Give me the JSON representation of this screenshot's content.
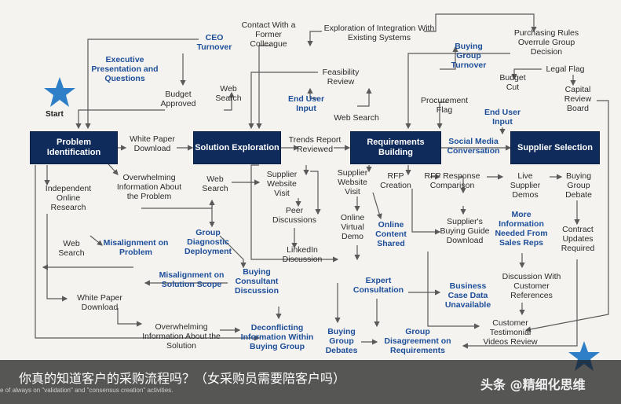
{
  "diagram": {
    "start_label": "Start",
    "main_stages": {
      "problem_identification": "Problem Identification",
      "solution_exploration": "Solution Exploration",
      "requirements_building": "Requirements Building",
      "supplier_selection": "Supplier Selection"
    },
    "labels": {
      "ceo_turnover": "CEO Turnover",
      "executive_presentation": "Executive Presentation and Questions",
      "budget_approved": "Budget Approved",
      "contact_former_colleague": "Contact With a Former Colleague",
      "exploration_integration": "Exploration of Integration With Existing Systems",
      "buying_group_turnover": "Buying Group Turnover",
      "purchasing_rules": "Purchasing Rules Overrule Group Decision",
      "budget_cut": "Budget Cut",
      "legal_flag": "Legal Flag",
      "capital_review_board": "Capital Review Board",
      "web_search_1": "Web Search",
      "feasibility_review": "Feasibility Review",
      "end_user_input_1": "End User Input",
      "web_search_2": "Web Search",
      "procurement_flag": "Procurement Flag",
      "end_user_input_2": "End User Input",
      "white_paper_download_1": "White Paper Download",
      "trends_report": "Trends Report Reviewed",
      "social_media": "Social Media Conversation",
      "overwhelming_info_1": "Overwhelming Information About the Problem",
      "independent_online": "Independent Online Research",
      "web_search_3": "Web Search",
      "supplier_website_1": "Supplier Website Visit",
      "supplier_website_2": "Supplier Website Visit",
      "rfp_creation": "RFP Creation",
      "rfp_response": "RFP Response Comparison",
      "live_supplier_demos": "Live Supplier Demos",
      "buying_group_debate": "Buying Group Debate",
      "peer_discussions": "Peer Discussions",
      "online_virtual_demo": "Online Virtual Demo",
      "online_content_shared": "Online Content Shared",
      "suppliers_buying_guide": "Supplier's Buying Guide Download",
      "more_information": "More Information Needed From Sales Reps",
      "contract_updates": "Contract Updates Required",
      "web_search_4": "Web Search",
      "misalignment_problem": "Misalignment on Problem",
      "group_diagnostic": "Group Diagnostic Deployment",
      "linkedin_discussion": "LinkedIn Discussion",
      "misalignment_solution": "Misalignment on Solution Scope",
      "buying_consultant": "Buying Consultant Discussion",
      "expert_consultation": "Expert Consultation",
      "business_case": "Business Case Data Unavailable",
      "discussion_customer_refs": "Discussion With Customer References",
      "white_paper_download_2": "White Paper Download",
      "overwhelming_info_2": "Overwhelming Information About the Solution",
      "deconflicting_info": "Deconflicting Information Within Buying Group",
      "buying_group_debates": "Buying Group Debates",
      "group_disagreement": "Group Disagreement on Requirements",
      "customer_testimonial": "Customer Testimonial Videos Review"
    }
  },
  "caption": "你真的知道客户的采购流程吗？（女采购员需要陪客户吗）",
  "footnote": "e of always on \"validation\" and \"consensus creation\" activities.",
  "watermark": "头条 @精细化思维",
  "colors": {
    "background": "#f4f3ef",
    "stage_box": "#0f2b5b",
    "blue_label": "#1d4e9a",
    "star": "#2f7fc8",
    "arrow": "#5a5a5a"
  }
}
